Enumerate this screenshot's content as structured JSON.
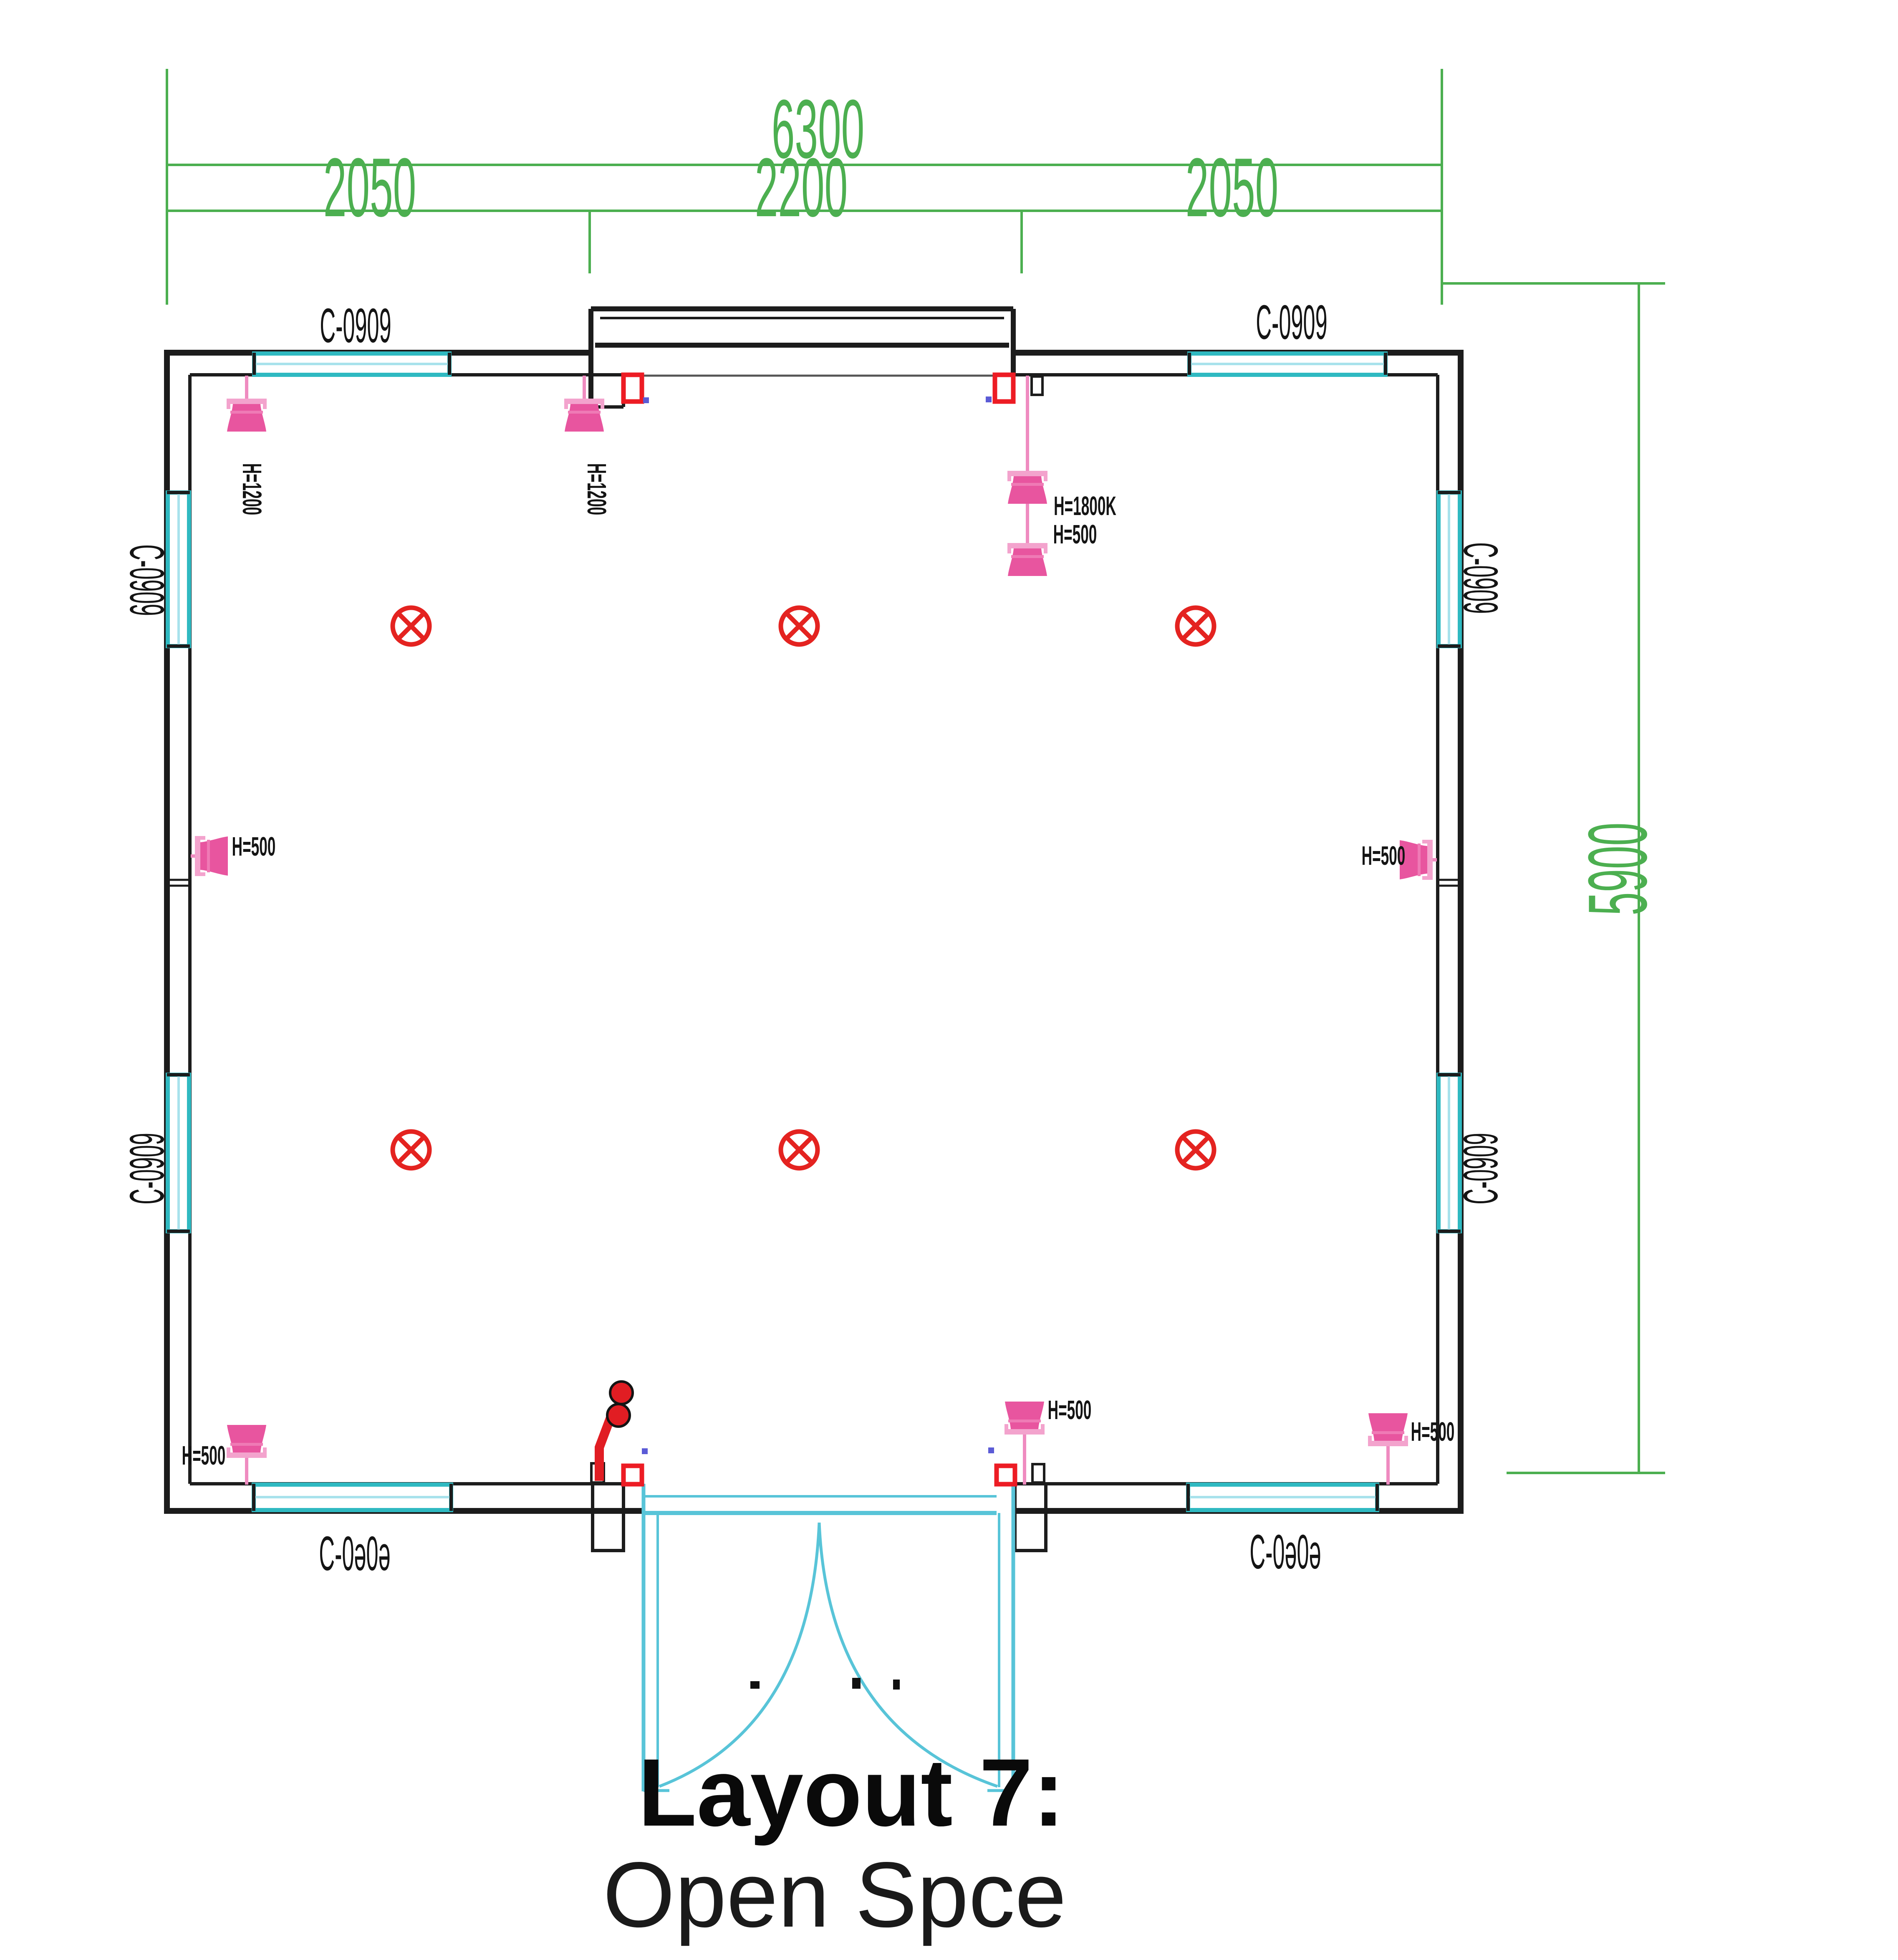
{
  "title": {
    "line1": "Layout 7:",
    "line2": "Open Spce"
  },
  "dimensions": {
    "top_total": "6300",
    "top_segments": [
      "2050",
      "2200",
      "2050"
    ],
    "right_height": "5900"
  },
  "windows": [
    {
      "side": "top-left",
      "label": "C-0909",
      "display": "C-0909"
    },
    {
      "side": "top-right",
      "label": "C-0909",
      "display": "C-0909"
    },
    {
      "side": "left-upper",
      "label": "C-0909",
      "display": "C-0909"
    },
    {
      "side": "left-lower",
      "label": "C-0909",
      "display": "C-0909"
    },
    {
      "side": "right-upper",
      "label": "C-0909",
      "display": "C-0909"
    },
    {
      "side": "right-lower",
      "label": "C-0909",
      "display": "C-0909"
    },
    {
      "side": "bottom-left",
      "label": "C-0909",
      "display": "C-0ə0ə"
    },
    {
      "side": "bottom-right",
      "label": "C-0909",
      "display": "C-0ə0ə"
    }
  ],
  "wall_lights": [
    {
      "position": "top-left",
      "label": "H=1200"
    },
    {
      "position": "top-center-left",
      "label": "H=1200"
    },
    {
      "position": "top-right-upper",
      "label": "H=1800K"
    },
    {
      "position": "top-right-lower",
      "label": "H=500"
    },
    {
      "position": "mid-left",
      "label": "H=500"
    },
    {
      "position": "mid-right",
      "label": "H=500"
    },
    {
      "position": "bottom-left",
      "label": "H=500"
    },
    {
      "position": "bottom-center",
      "label": "H=500"
    },
    {
      "position": "bottom-right",
      "label": "H=500"
    }
  ],
  "ceiling_lights": {
    "count": 6,
    "symbol": "circled-x"
  },
  "door": {
    "type": "double-swing-door",
    "location": "bottom-center"
  },
  "colors": {
    "dimension_green": "#4caf50",
    "window_teal": "#2fb9c1",
    "door_cyan": "#58c4d8",
    "light_pink": "#e8559f",
    "marker_red": "#ed1c24",
    "wall_black": "#1c1c1c"
  }
}
